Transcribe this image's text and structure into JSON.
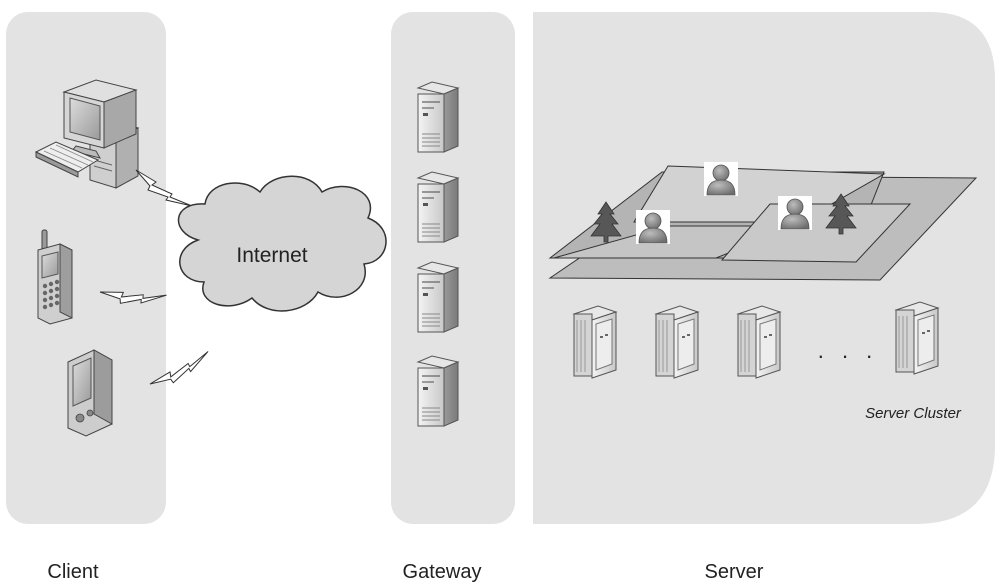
{
  "cloud": {
    "label": "Internet"
  },
  "cluster": {
    "label": "Server Cluster",
    "ellipsis": ". . ."
  },
  "sections": {
    "client": "Client",
    "gateway": "Gateway",
    "server": "Server"
  },
  "colors": {
    "panel": "#e3e3e3",
    "cloud": "#d5d5d5",
    "plane": "#bdbdbd",
    "tree": "#555555",
    "text": "#222222"
  },
  "icons": {
    "client_devices": [
      "desktop-computer-icon",
      "mobile-phone-icon",
      "pda-icon"
    ],
    "wireless_links": [
      "lightning-bolt-icon",
      "lightning-bolt-icon",
      "lightning-bolt-icon"
    ],
    "gateway_servers": [
      "tower-server-icon",
      "tower-server-icon",
      "tower-server-icon",
      "tower-server-icon"
    ],
    "cluster_servers": [
      "rack-server-icon",
      "rack-server-icon",
      "rack-server-icon",
      "rack-server-icon"
    ],
    "world_avatars": [
      "user-avatar-icon",
      "user-avatar-icon",
      "user-avatar-icon"
    ],
    "world_trees": [
      "pine-tree-icon",
      "pine-tree-icon"
    ]
  }
}
